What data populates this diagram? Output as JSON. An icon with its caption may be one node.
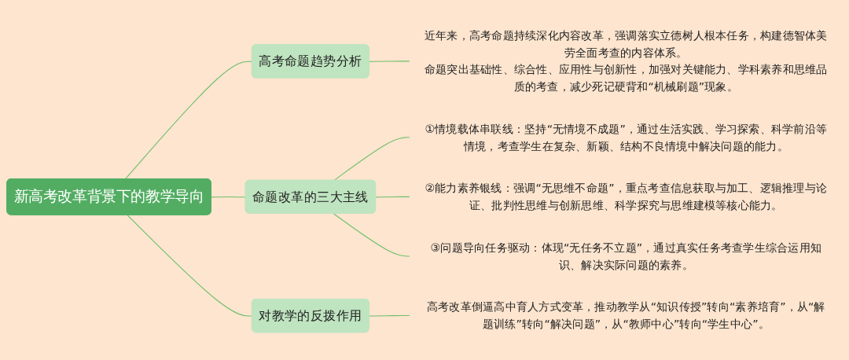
{
  "diagram": {
    "nodes": [
      {
        "text": [
          "新高考改革背景下的教学导向"
        ]
      },
      {
        "text": [
          "高考命题趋势分析"
        ]
      },
      {
        "text": [
          "命题改革的三大主线"
        ]
      },
      {
        "text": [
          "对教学的反拨作用"
        ]
      },
      {
        "text": [
          "近年来，高考命题持续深化内容改革，强调落实立德树人根本任务，构建德智体美劳全面考查的内容体系。",
          "命题突出基础性、综合性、应用性与创新性，加强对关键能力、学科素养和思维品质的考查，减少死记硬背和“机械刷题”现象。"
        ]
      },
      {
        "text": [
          "①情境载体串联线：坚持“无情境不成题”，通过生活实践、学习探索、科学前沿等情境，考查学生在复杂、新颖、结构不良情境中解决问题的能力。"
        ]
      },
      {
        "text": [
          "②能力素养银线：强调“无思维不命题”，重点考查信息获取与加工、逻辑推理与论证、批判性思维与创新思维、科学探究与思维建模等核心能力。"
        ]
      },
      {
        "text": [
          "③问题导向任务驱动：体现“无任务不立题”，通过真实任务考查学生综合运用知识、解决实际问题的素养。"
        ]
      },
      {
        "text": [
          "高考改革倒逼高中育人方式变革，推动教学从“知识传授”转向“素养培育”，从“解题训练”转向“解决问题”，从“教师中心”转向“学生中心”。"
        ]
      }
    ],
    "edges": [
      {
        "from": 0,
        "to": 1,
        "arrow": "none"
      },
      {
        "from": 0,
        "to": 2,
        "arrow": "none"
      },
      {
        "from": 0,
        "to": 3,
        "arrow": "none"
      },
      {
        "from": 1,
        "to": 4,
        "arrow": "none"
      },
      {
        "from": 2,
        "to": 5,
        "arrow": "none"
      },
      {
        "from": 2,
        "to": 6,
        "arrow": "none"
      },
      {
        "from": 2,
        "to": 7,
        "arrow": "none"
      },
      {
        "from": 3,
        "to": 8,
        "arrow": "none"
      }
    ]
  }
}
